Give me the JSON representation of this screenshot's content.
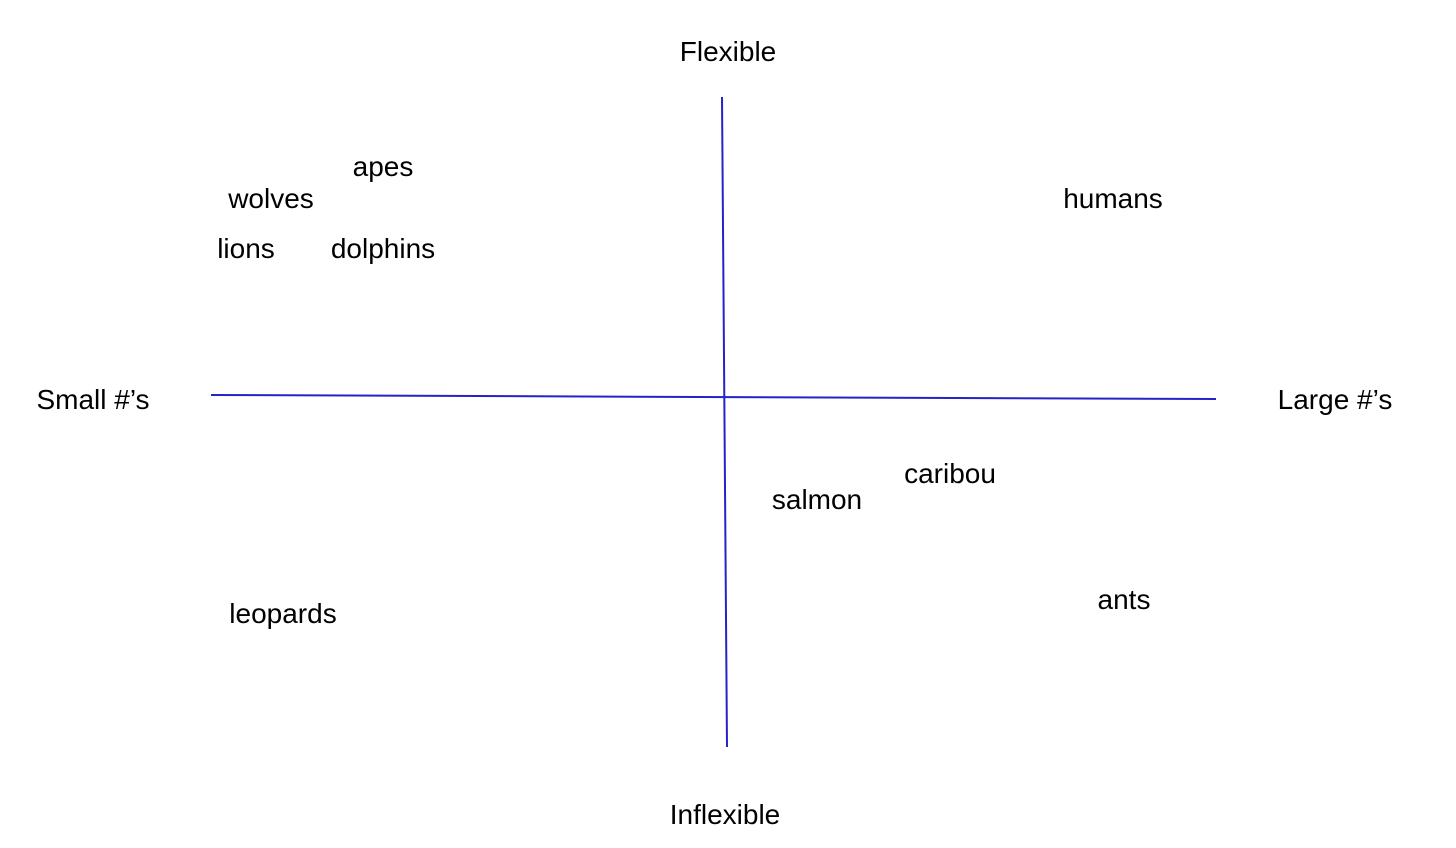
{
  "axes": {
    "top_label": "Flexible",
    "bottom_label": "Inflexible",
    "left_label": "Small #’s",
    "right_label": "Large #’s",
    "line_color": "#2323c8"
  },
  "items": {
    "apes": "apes",
    "wolves": "wolves",
    "lions": "lions",
    "dolphins": "dolphins",
    "humans": "humans",
    "caribou": "caribou",
    "salmon": "salmon",
    "leopards": "leopards",
    "ants": "ants"
  }
}
